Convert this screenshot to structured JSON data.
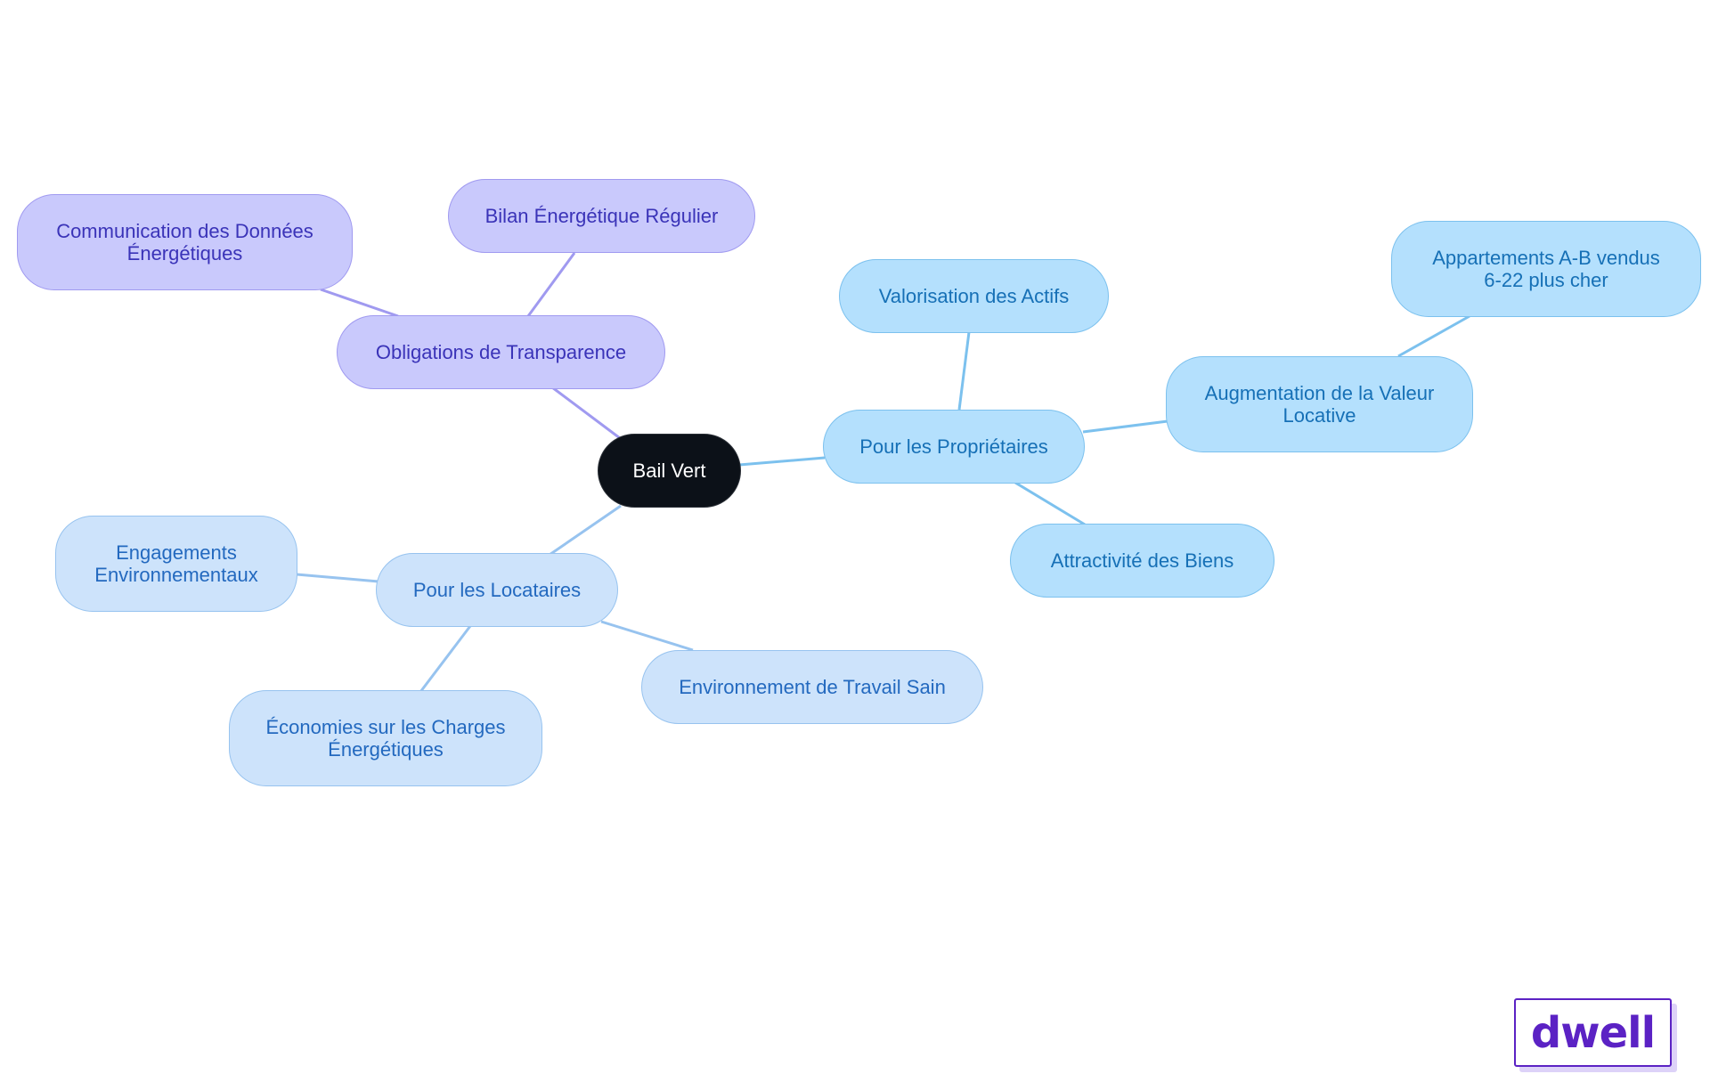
{
  "diagram": {
    "root": {
      "label": "Bail Vert"
    },
    "branches": [
      {
        "label": "Obligations de Transparence",
        "color": "#c9c9fc",
        "children": [
          {
            "label": "Bilan Énergétique Régulier"
          },
          {
            "label": "Communication des Données\nÉnergétiques"
          }
        ]
      },
      {
        "label": "Pour les Propriétaires",
        "color": "#b4e0fd",
        "children": [
          {
            "label": "Valorisation des Actifs"
          },
          {
            "label": "Augmentation de la Valeur\nLocative",
            "children": [
              {
                "label": "Appartements A-B vendus\n6-22 plus cher"
              }
            ]
          },
          {
            "label": "Attractivité des Biens"
          }
        ]
      },
      {
        "label": "Pour les Locataires",
        "color": "#cde3fb",
        "children": [
          {
            "label": "Engagements\nEnvironnementaux"
          },
          {
            "label": "Environnement de Travail Sain"
          },
          {
            "label": "Économies sur les Charges\nÉnergétiques"
          }
        ]
      }
    ]
  },
  "logo": {
    "text": "dwell",
    "color": "#5b22c4"
  }
}
